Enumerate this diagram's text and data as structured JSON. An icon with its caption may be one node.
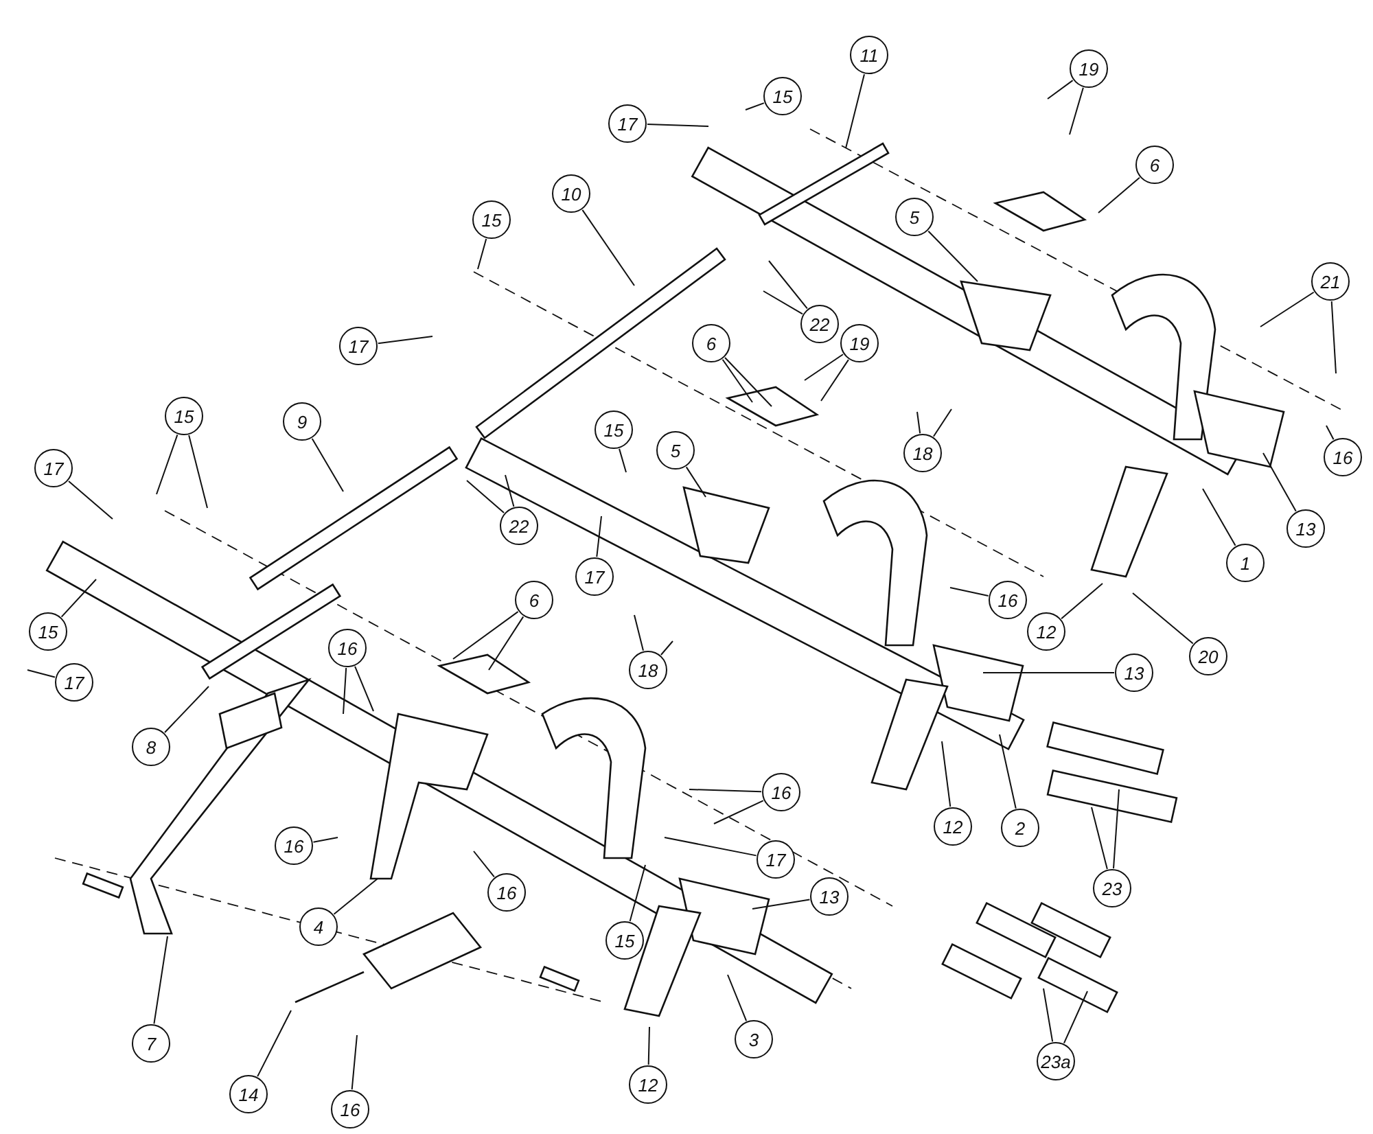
{
  "diagram": {
    "nodes": [
      {
        "text": [
          "15"
        ]
      },
      {
        "text": [
          "17"
        ]
      },
      {
        "text": [
          "11"
        ]
      },
      {
        "text": [
          "19"
        ]
      },
      {
        "text": [
          "6"
        ]
      },
      {
        "text": [
          "10"
        ]
      },
      {
        "text": [
          "15"
        ]
      },
      {
        "text": [
          "17"
        ]
      },
      {
        "text": [
          "22"
        ]
      },
      {
        "text": [
          "5"
        ]
      },
      {
        "text": [
          "21"
        ]
      },
      {
        "text": [
          "6"
        ]
      },
      {
        "text": [
          "19"
        ]
      },
      {
        "text": [
          "15"
        ]
      },
      {
        "text": [
          "18"
        ]
      },
      {
        "text": [
          "9"
        ]
      },
      {
        "text": [
          "15"
        ]
      },
      {
        "text": [
          "17"
        ]
      },
      {
        "text": [
          "22"
        ]
      },
      {
        "text": [
          "5"
        ]
      },
      {
        "text": [
          "17"
        ]
      },
      {
        "text": [
          "16"
        ]
      },
      {
        "text": [
          "13"
        ]
      },
      {
        "text": [
          "1"
        ]
      },
      {
        "text": [
          "12"
        ]
      },
      {
        "text": [
          "20"
        ]
      },
      {
        "text": [
          "16"
        ]
      },
      {
        "text": [
          "18"
        ]
      },
      {
        "text": [
          "15"
        ]
      },
      {
        "text": [
          "17"
        ]
      },
      {
        "text": [
          "8"
        ]
      },
      {
        "text": [
          "6"
        ]
      },
      {
        "text": [
          "16"
        ]
      },
      {
        "text": [
          "13"
        ]
      },
      {
        "text": [
          "2"
        ]
      },
      {
        "text": [
          "12"
        ]
      },
      {
        "text": [
          "23"
        ]
      },
      {
        "text": [
          "16"
        ]
      },
      {
        "text": [
          "16"
        ]
      },
      {
        "text": [
          "17"
        ]
      },
      {
        "text": [
          "16"
        ]
      },
      {
        "text": [
          "13"
        ]
      },
      {
        "text": [
          "4"
        ]
      },
      {
        "text": [
          "15"
        ]
      },
      {
        "text": [
          "3"
        ]
      },
      {
        "text": [
          "12"
        ]
      },
      {
        "text": [
          "7"
        ]
      },
      {
        "text": [
          "14"
        ]
      },
      {
        "text": [
          "16"
        ]
      },
      {
        "text": [
          "23a"
        ]
      }
    ],
    "edges": [
      {
        "from": 0,
        "to": null,
        "arrow": "none"
      },
      {
        "from": 1,
        "to": null,
        "arrow": "none"
      },
      {
        "from": 2,
        "to": null,
        "arrow": "none"
      },
      {
        "from": 3,
        "to": null,
        "arrow": "none"
      },
      {
        "from": 3,
        "to": null,
        "arrow": "none"
      },
      {
        "from": 4,
        "to": null,
        "arrow": "none"
      },
      {
        "from": 5,
        "to": null,
        "arrow": "none"
      },
      {
        "from": 6,
        "to": null,
        "arrow": "none"
      },
      {
        "from": 7,
        "to": null,
        "arrow": "none"
      },
      {
        "from": 8,
        "to": null,
        "arrow": "none"
      },
      {
        "from": 8,
        "to": null,
        "arrow": "none"
      },
      {
        "from": 9,
        "to": null,
        "arrow": "none"
      },
      {
        "from": 10,
        "to": null,
        "arrow": "none"
      },
      {
        "from": 10,
        "to": null,
        "arrow": "none"
      },
      {
        "from": 11,
        "to": null,
        "arrow": "none"
      },
      {
        "from": 11,
        "to": null,
        "arrow": "none"
      },
      {
        "from": 12,
        "to": null,
        "arrow": "none"
      },
      {
        "from": 12,
        "to": null,
        "arrow": "none"
      },
      {
        "from": 13,
        "to": null,
        "arrow": "none"
      },
      {
        "from": 14,
        "to": null,
        "arrow": "none"
      },
      {
        "from": 14,
        "to": null,
        "arrow": "none"
      },
      {
        "from": 15,
        "to": null,
        "arrow": "none"
      },
      {
        "from": 16,
        "to": null,
        "arrow": "none"
      },
      {
        "from": 16,
        "to": null,
        "arrow": "none"
      },
      {
        "from": 17,
        "to": null,
        "arrow": "none"
      },
      {
        "from": 18,
        "to": null,
        "arrow": "none"
      },
      {
        "from": 18,
        "to": null,
        "arrow": "none"
      },
      {
        "from": 19,
        "to": null,
        "arrow": "none"
      },
      {
        "from": 20,
        "to": null,
        "arrow": "none"
      },
      {
        "from": 21,
        "to": null,
        "arrow": "none"
      },
      {
        "from": 22,
        "to": null,
        "arrow": "none"
      },
      {
        "from": 23,
        "to": null,
        "arrow": "none"
      },
      {
        "from": 24,
        "to": null,
        "arrow": "none"
      },
      {
        "from": 25,
        "to": null,
        "arrow": "none"
      },
      {
        "from": 26,
        "to": null,
        "arrow": "none"
      },
      {
        "from": 27,
        "to": null,
        "arrow": "none"
      },
      {
        "from": 27,
        "to": null,
        "arrow": "none"
      },
      {
        "from": 28,
        "to": null,
        "arrow": "none"
      },
      {
        "from": 29,
        "to": null,
        "arrow": "none"
      },
      {
        "from": 30,
        "to": null,
        "arrow": "none"
      },
      {
        "from": 31,
        "to": null,
        "arrow": "none"
      },
      {
        "from": 31,
        "to": null,
        "arrow": "none"
      },
      {
        "from": 32,
        "to": null,
        "arrow": "none"
      },
      {
        "from": 32,
        "to": null,
        "arrow": "none"
      },
      {
        "from": 33,
        "to": null,
        "arrow": "none"
      },
      {
        "from": 34,
        "to": null,
        "arrow": "none"
      },
      {
        "from": 35,
        "to": null,
        "arrow": "none"
      },
      {
        "from": 36,
        "to": null,
        "arrow": "none"
      },
      {
        "from": 36,
        "to": null,
        "arrow": "none"
      },
      {
        "from": 37,
        "to": null,
        "arrow": "none"
      },
      {
        "from": 37,
        "to": null,
        "arrow": "none"
      },
      {
        "from": 38,
        "to": null,
        "arrow": "none"
      },
      {
        "from": 39,
        "to": null,
        "arrow": "none"
      },
      {
        "from": 40,
        "to": null,
        "arrow": "none"
      },
      {
        "from": 41,
        "to": null,
        "arrow": "none"
      },
      {
        "from": 42,
        "to": null,
        "arrow": "none"
      },
      {
        "from": 43,
        "to": null,
        "arrow": "none"
      },
      {
        "from": 44,
        "to": null,
        "arrow": "none"
      },
      {
        "from": 45,
        "to": null,
        "arrow": "none"
      },
      {
        "from": 46,
        "to": null,
        "arrow": "none"
      },
      {
        "from": 47,
        "to": null,
        "arrow": "none"
      },
      {
        "from": 48,
        "to": null,
        "arrow": "none"
      },
      {
        "from": 49,
        "to": null,
        "arrow": "none"
      },
      {
        "from": 49,
        "to": null,
        "arrow": "none"
      }
    ]
  }
}
